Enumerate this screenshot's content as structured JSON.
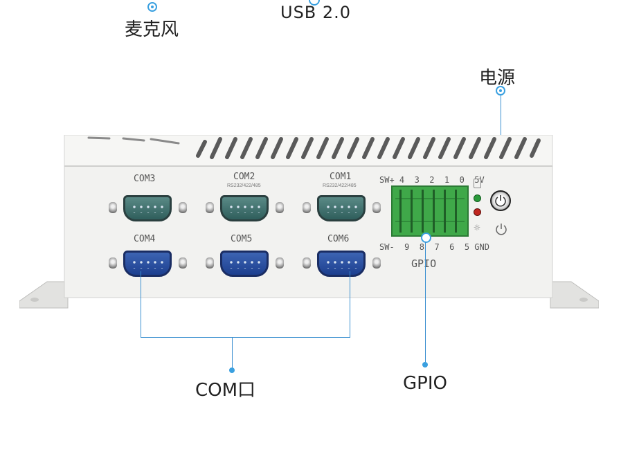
{
  "callouts": {
    "mic": "麦克风",
    "usb": "USB 2.0",
    "power": "电源",
    "com": "COM口",
    "gpio": "GPIO"
  },
  "panel": {
    "com3": "COM3",
    "com2": "COM2",
    "com2_sub": "RS232/422/485",
    "com1": "COM1",
    "com1_sub": "RS232/422/485",
    "com4": "COM4",
    "com5": "COM5",
    "com6": "COM6",
    "gpio_top": "SW+ 4  3  2  1  0  5V",
    "gpio_bottom": "SW-  9  8  7  6  5 GND",
    "gpio_label": "GPIO"
  },
  "colors": {
    "accent": "#3aa0e0",
    "chassis": "#efefed",
    "port_green": "#3f6e6b",
    "port_blue": "#2a52a8",
    "terminal_green": "#3fa849"
  }
}
